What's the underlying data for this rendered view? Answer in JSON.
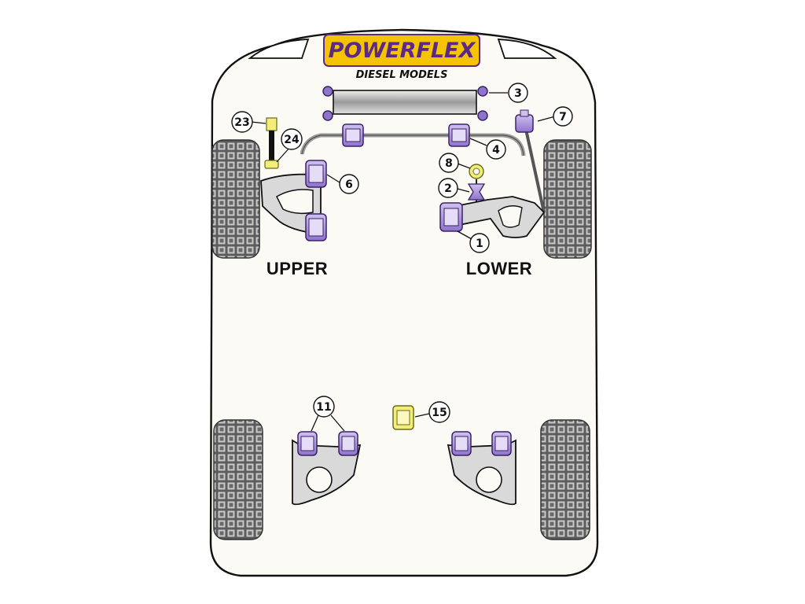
{
  "brand": {
    "logo_text": "POWERFLEX",
    "subtitle": "DIESEL MODELS"
  },
  "sections": {
    "upper": "UPPER",
    "lower": "LOWER"
  },
  "callouts": {
    "c1": "1",
    "c2": "2",
    "c3": "3",
    "c4": "4",
    "c6": "6",
    "c7": "7",
    "c8": "8",
    "c11": "11",
    "c15": "15",
    "c23": "23",
    "c24": "24"
  },
  "colors": {
    "bush": "#b9a6e3",
    "bush_dark": "#6b4aa8",
    "bush_yellow": "#f3ee7a",
    "logo_fill": "#f5c400",
    "tyre": "#6e6e6e"
  }
}
